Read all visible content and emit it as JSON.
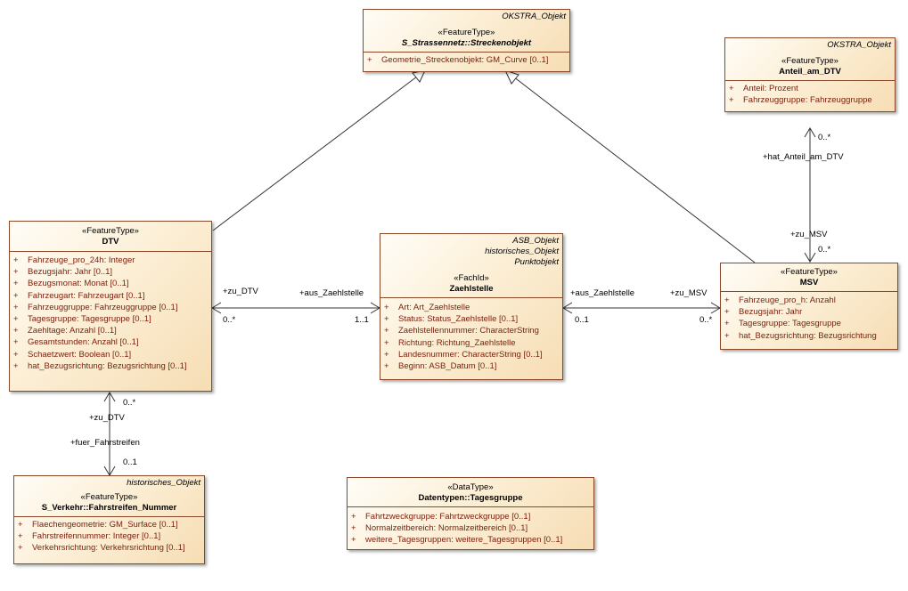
{
  "classes": {
    "streckenobjekt": {
      "tags": [
        "OKSTRA_Objekt"
      ],
      "stereotype": "«FeatureType»",
      "name": "S_Strassennetz::Streckenobjekt",
      "attrs": [
        "Geometrie_Streckenobjekt: GM_Curve [0..1]"
      ]
    },
    "anteil": {
      "tags": [
        "OKSTRA_Objekt"
      ],
      "stereotype": "«FeatureType»",
      "name": "Anteil_am_DTV",
      "attrs": [
        "Anteil: Prozent",
        "Fahrzeuggruppe: Fahrzeuggruppe"
      ]
    },
    "dtv": {
      "tags": [],
      "stereotype": "«FeatureType»",
      "name": "DTV",
      "attrs": [
        "Fahrzeuge_pro_24h: Integer",
        "Bezugsjahr: Jahr [0..1]",
        "Bezugsmonat: Monat [0..1]",
        "Fahrzeugart: Fahrzeugart [0..1]",
        "Fahrzeuggruppe: Fahrzeuggruppe [0..1]",
        "Tagesgruppe: Tagesgruppe [0..1]",
        "Zaehltage: Anzahl [0..1]",
        "Gesamtstunden: Anzahl [0..1]",
        "Schaetzwert: Boolean [0..1]",
        "hat_Bezugsrichtung: Bezugsrichtung [0..1]"
      ]
    },
    "zaehlstelle": {
      "tags": [
        "ASB_Objekt",
        "historisches_Objekt",
        "Punktobjekt"
      ],
      "stereotype": "«FachId»",
      "name": "Zaehlstelle",
      "attrs": [
        "Art: Art_Zaehlstelle",
        "Status: Status_Zaehlstelle [0..1]",
        "Zaehlstellennummer: CharacterString",
        "Richtung: Richtung_Zaehlstelle",
        "Landesnummer: CharacterString [0..1]",
        "Beginn: ASB_Datum [0..1]"
      ]
    },
    "msv": {
      "tags": [],
      "stereotype": "«FeatureType»",
      "name": "MSV",
      "attrs": [
        "Fahrzeuge_pro_h: Anzahl",
        "Bezugsjahr: Jahr",
        "Tagesgruppe: Tagesgruppe",
        "hat_Bezugsrichtung: Bezugsrichtung"
      ]
    },
    "fahrstreifen": {
      "tags": [
        "historisches_Objekt"
      ],
      "stereotype": "«FeatureType»",
      "name": "S_Verkehr::Fahrstreifen_Nummer",
      "attrs": [
        "Flaechengeometrie: GM_Surface [0..1]",
        "Fahrstreifennummer: Integer [0..1]",
        "Verkehrsrichtung: Verkehrsrichtung [0..1]"
      ]
    },
    "tagesgruppe": {
      "tags": [],
      "stereotype": "«DataType»",
      "name": "Datentypen::Tagesgruppe",
      "attrs": [
        "Fahrtzweckgruppe: Fahrtzweckgruppe [0..1]",
        "Normalzeitbereich: Normalzeitbereich [0..1]",
        "weitere_Tagesgruppen: weitere_Tagesgruppen [0..1]"
      ]
    }
  },
  "attr_marker": "+",
  "labels": {
    "dtv_role_zu_dtv": "+zu_DTV",
    "dtv_mult_left": "0..*",
    "zs_role_aus_zaehlstelle_left": "+aus_Zaehlstelle",
    "zs_mult_left": "1..1",
    "zs_role_aus_zaehlstelle_right": "+aus_Zaehlstelle",
    "zs_mult_right": "0..1",
    "msv_role_zu_msv_left": "+zu_MSV",
    "msv_mult_left": "0..*",
    "anteil_mult": "0..*",
    "anteil_role": "+hat_Anteil_am_DTV",
    "msv_role_zu_msv_top": "+zu_MSV",
    "msv_mult_top": "0..*",
    "dtv_mult_bottom": "0..*",
    "dtv_role_zu_dtv_bottom": "+zu_DTV",
    "fs_role_fuer": "+fuer_Fahrstreifen",
    "fs_mult": "0..1"
  },
  "colors": {
    "border": "#8a4a2a",
    "fill_light": "#fffdf8",
    "fill_dark": "#f6ddb4",
    "attribute_text": "#7a1e0a"
  }
}
